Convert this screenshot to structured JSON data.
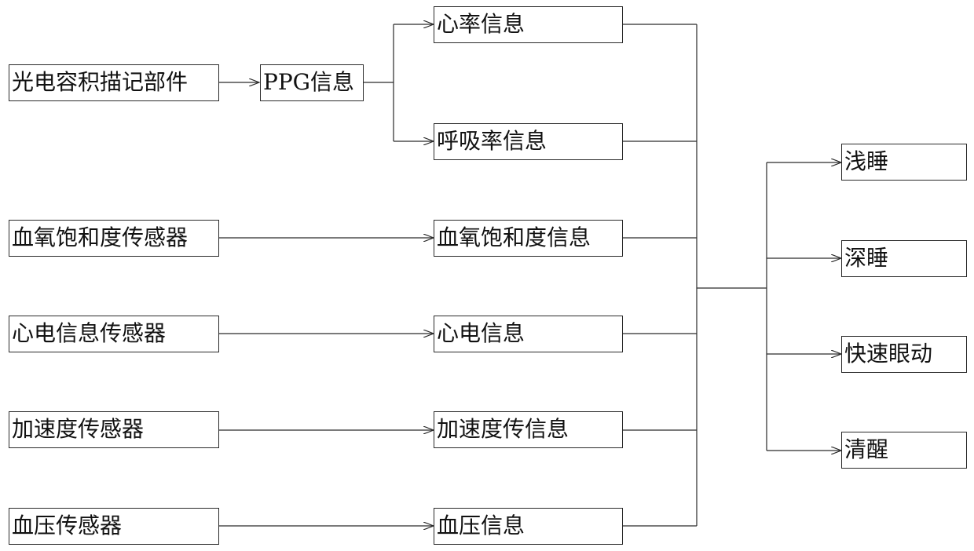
{
  "sources": {
    "ppg_sensor": "光电容积描记部件",
    "spo2_sensor": "血氧饱和度传感器",
    "ecg_sensor": "心电信息传感器",
    "accel_sensor": "加速度传感器",
    "bp_sensor": "血压传感器"
  },
  "intermediate": {
    "ppg_info": "PPG信息"
  },
  "signals": {
    "heart_rate": "心率信息",
    "respiration_rate": "呼吸率信息",
    "spo2": "血氧饱和度信息",
    "ecg": "心电信息",
    "acceleration": "加速度传信息",
    "blood_pressure": "血压信息"
  },
  "stages": {
    "light_sleep": "浅睡",
    "deep_sleep": "深睡",
    "rem": "快速眼动",
    "awake": "清醒"
  }
}
